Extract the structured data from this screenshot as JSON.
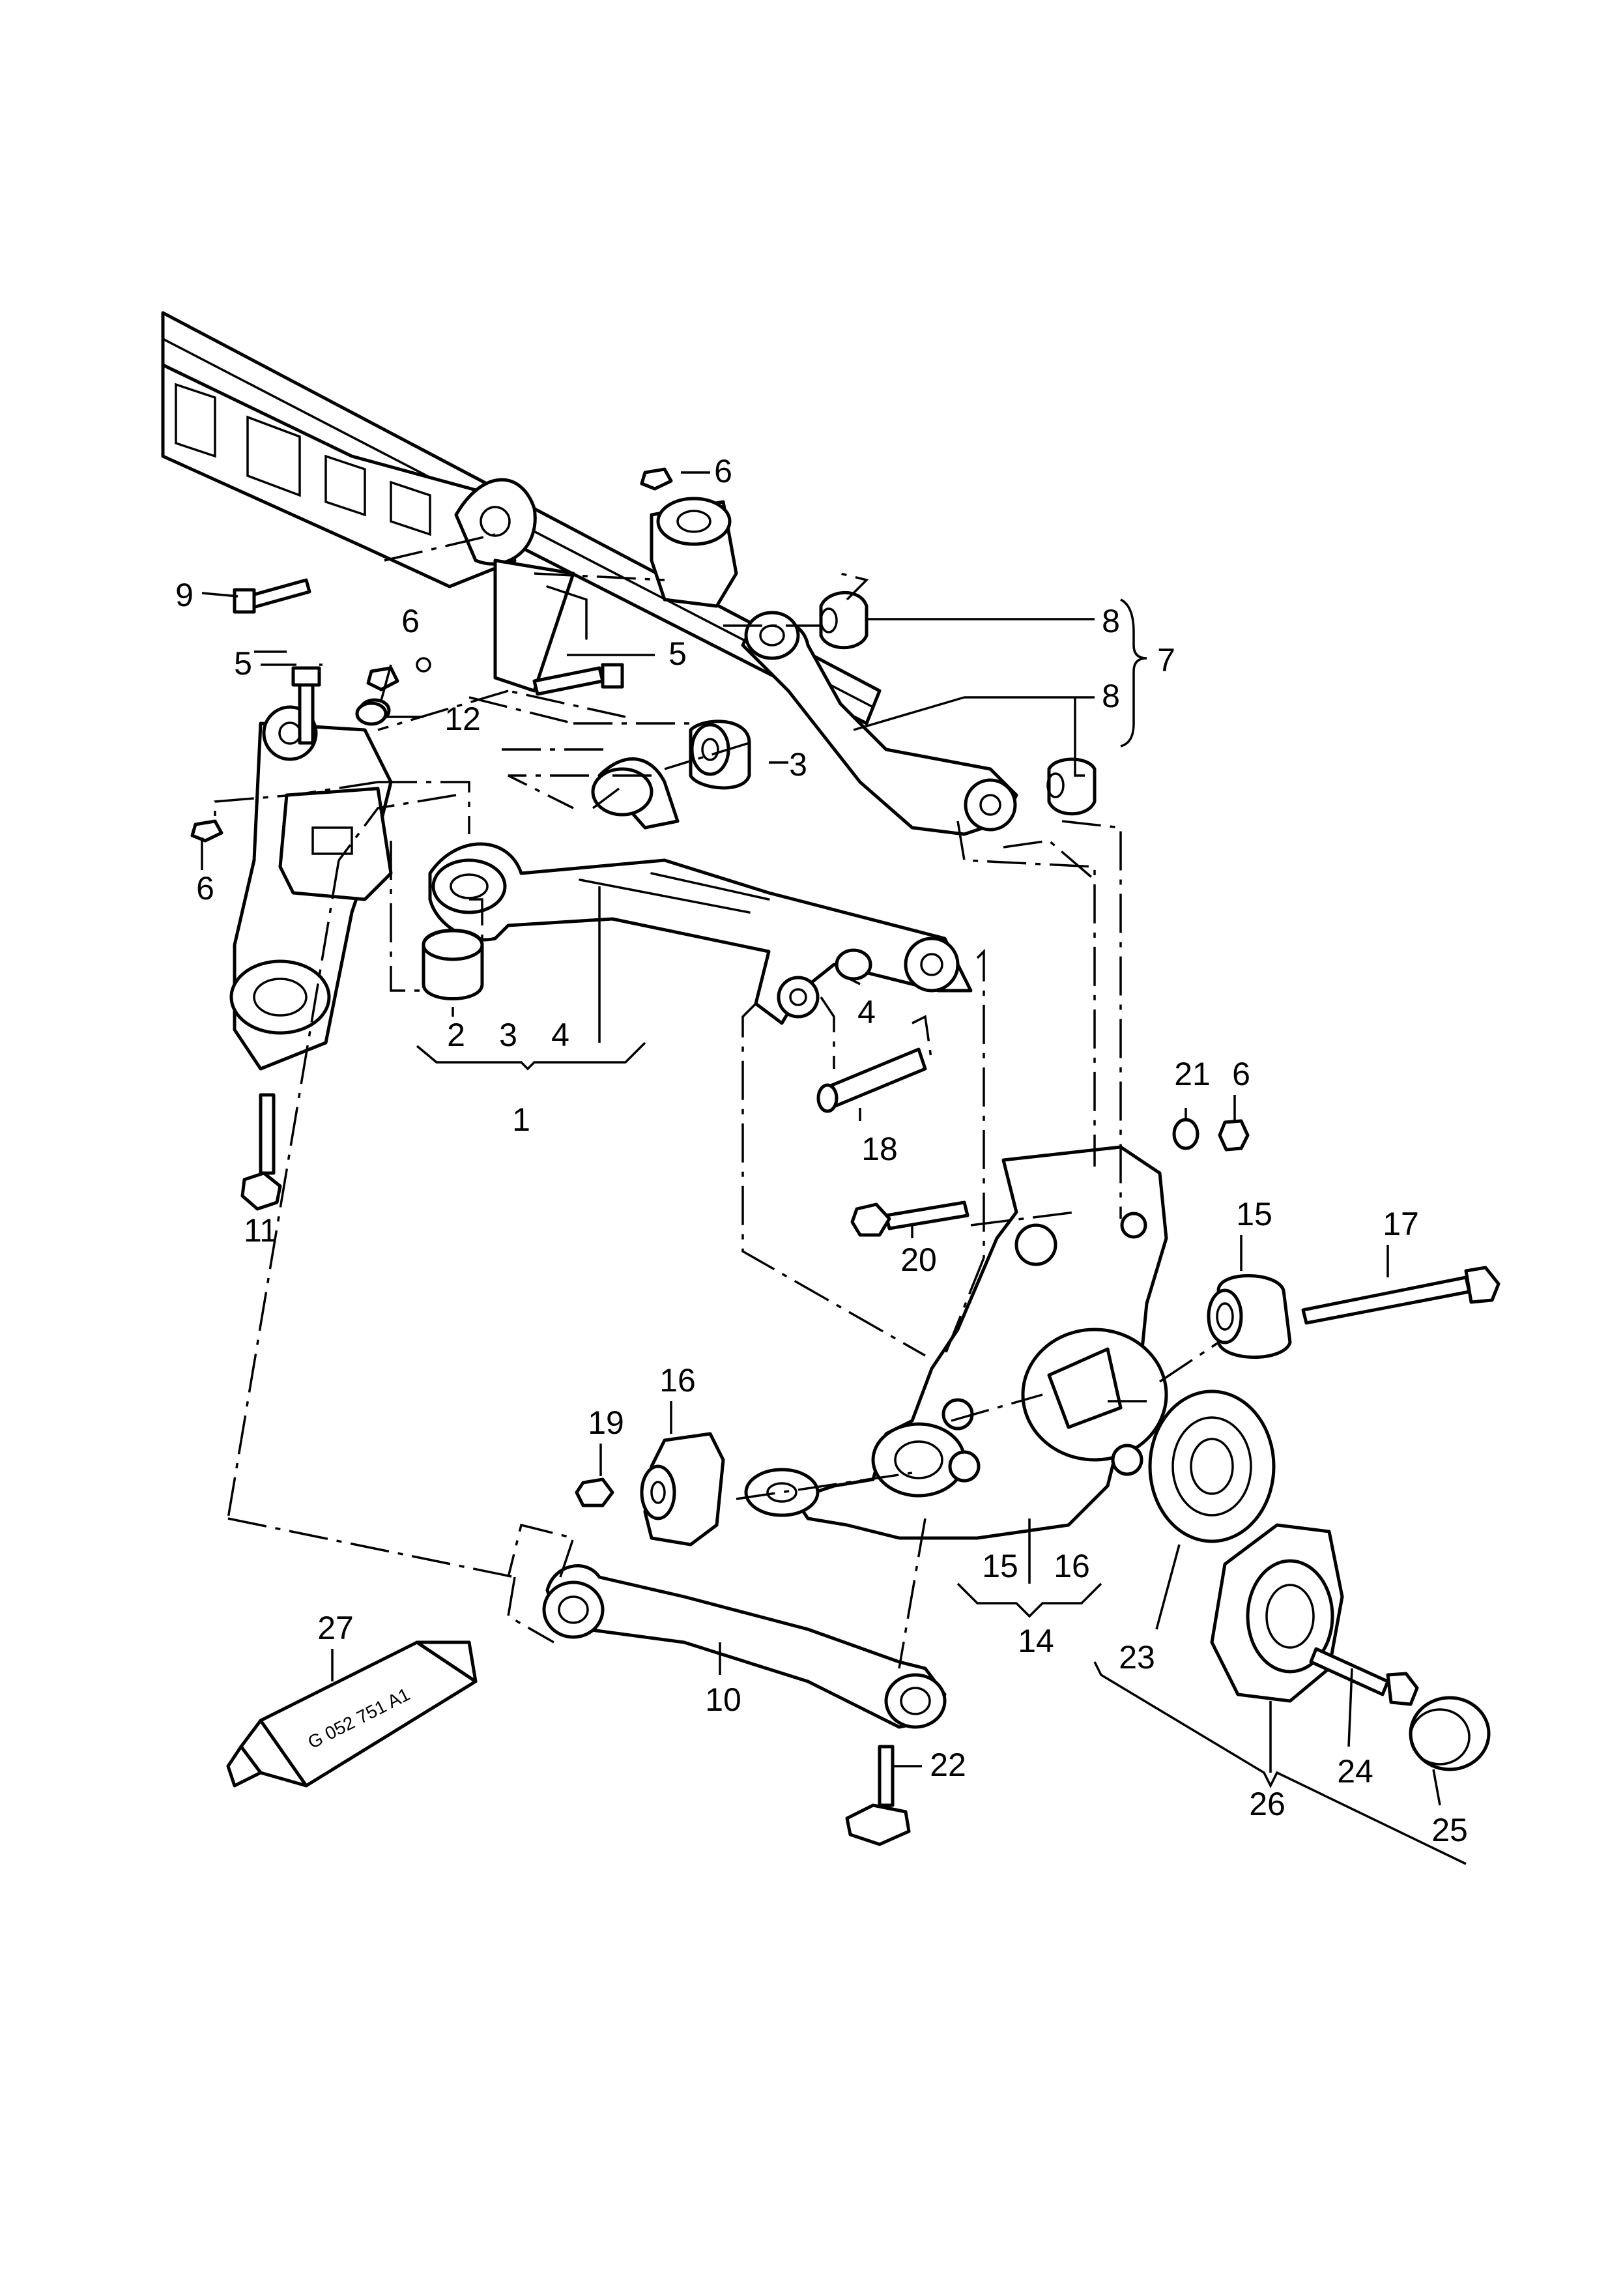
{
  "diagram": {
    "tube_label": "G 052 751 A1",
    "callouts": [
      {
        "id": "c1",
        "text": "1"
      },
      {
        "id": "c2",
        "text": "2"
      },
      {
        "id": "c3a",
        "text": "3"
      },
      {
        "id": "c3b",
        "text": "3"
      },
      {
        "id": "c4a",
        "text": "4"
      },
      {
        "id": "c4b",
        "text": "4"
      },
      {
        "id": "c5a",
        "text": "5"
      },
      {
        "id": "c5b",
        "text": "5"
      },
      {
        "id": "c6a",
        "text": "6"
      },
      {
        "id": "c6b",
        "text": "6"
      },
      {
        "id": "c6c",
        "text": "6"
      },
      {
        "id": "c6d",
        "text": "6"
      },
      {
        "id": "c7",
        "text": "7"
      },
      {
        "id": "c8a",
        "text": "8"
      },
      {
        "id": "c8b",
        "text": "8"
      },
      {
        "id": "c9",
        "text": "9"
      },
      {
        "id": "c10",
        "text": "10"
      },
      {
        "id": "c11",
        "text": "11"
      },
      {
        "id": "c12",
        "text": "12"
      },
      {
        "id": "c14",
        "text": "14"
      },
      {
        "id": "c15a",
        "text": "15"
      },
      {
        "id": "c15b",
        "text": "15"
      },
      {
        "id": "c16a",
        "text": "16"
      },
      {
        "id": "c16b",
        "text": "16"
      },
      {
        "id": "c17",
        "text": "17"
      },
      {
        "id": "c18",
        "text": "18"
      },
      {
        "id": "c19",
        "text": "19"
      },
      {
        "id": "c20",
        "text": "20"
      },
      {
        "id": "c21",
        "text": "21"
      },
      {
        "id": "c22",
        "text": "22"
      },
      {
        "id": "c23",
        "text": "23"
      },
      {
        "id": "c24",
        "text": "24"
      },
      {
        "id": "c25",
        "text": "25"
      },
      {
        "id": "c26",
        "text": "26"
      },
      {
        "id": "c27",
        "text": "27"
      }
    ]
  }
}
